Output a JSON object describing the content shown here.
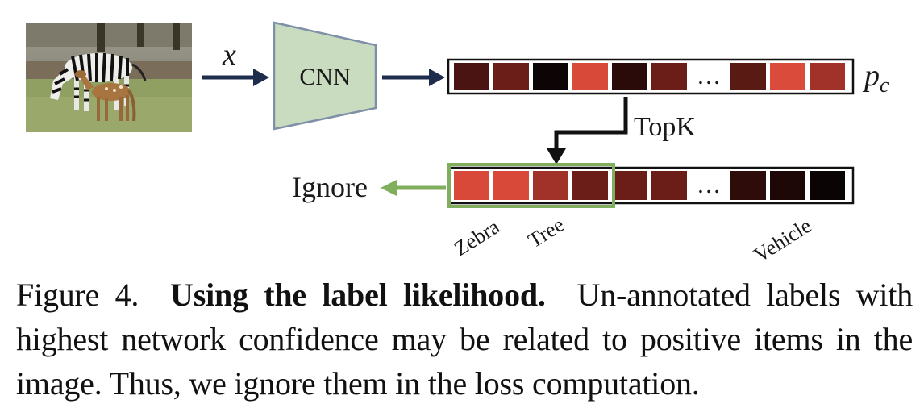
{
  "diagram": {
    "input_label": "x",
    "cnn_label": "CNN",
    "output_label": "p",
    "output_subscript": "c",
    "topk_label": "TopK",
    "ignore_label": "Ignore",
    "ellipsis": "…",
    "class_labels": [
      "Zebra",
      "Tree",
      "Vehicle"
    ],
    "colors": {
      "arrow": "#1f2d4d",
      "cnn_fill": "#c9dcbf",
      "cnn_stroke": "#7e8fa8",
      "ignore_box": "#7fae5c",
      "top_cells": [
        "#4a1412",
        "#6a1e17",
        "#0d0505",
        "#d9493a",
        "#2a0b09",
        "#6a1e17",
        "#5a1a14",
        "#da4b3c",
        "#a0322a"
      ],
      "bottom_cells": [
        "#d9493a",
        "#d9493a",
        "#a0322a",
        "#6a1e17",
        "#6a1e17",
        "#6a1e17",
        "#2e0c0a",
        "#1e0807",
        "#0a0404"
      ]
    }
  },
  "caption": {
    "figure_number": "Figure 4.",
    "title": "Using the label likelihood.",
    "body": "Un-annotated labels with highest network confidence may be related to positive items in the image. Thus, we ignore them in the loss computation."
  }
}
